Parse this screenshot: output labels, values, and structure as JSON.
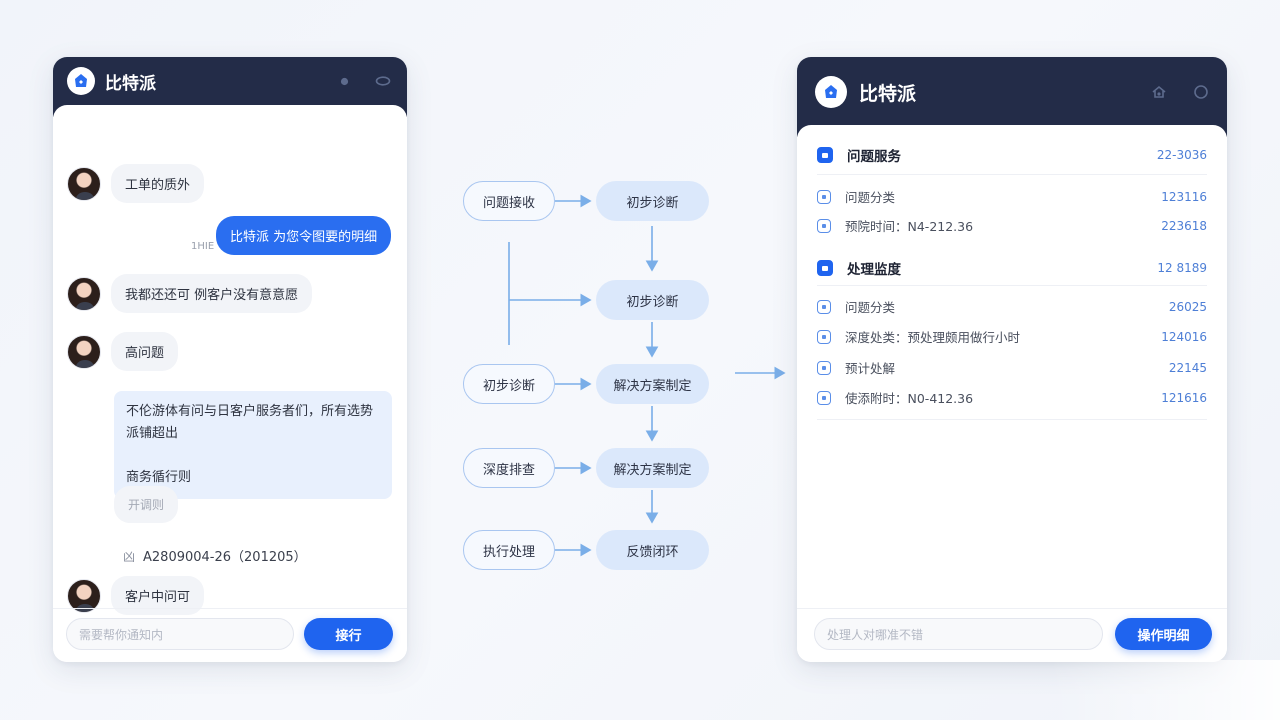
{
  "app_name": "比特派",
  "left_panel": {
    "messages": [
      {
        "text": "工单的质外"
      },
      {
        "text": "比特派 为您令图要的明细"
      },
      {
        "text": "我都还还可 例客户没有意意愿"
      },
      {
        "text": "高问题"
      },
      {
        "text": "不伦游体有问与日客户服务者们，所有选势 派铺超出\n\n商务循行则"
      },
      {
        "text": "开调则"
      },
      {
        "text": "客户中问可"
      }
    ],
    "tiny_label": "1HIE",
    "meta_key": "凶",
    "meta_value": "A2809004-26（201205）",
    "input_placeholder": "需要帮你通知内",
    "send_label": "接行"
  },
  "flow": {
    "nodes": [
      "问题接收",
      "初步诊断",
      "初步诊断",
      "初步诊断",
      "解决方案制定",
      "深度排查",
      "解决方案制定",
      "执行处理",
      "反馈闭环"
    ]
  },
  "right_panel": {
    "sections": [
      {
        "title": "问题服务",
        "value": "22-3036"
      },
      {
        "title": "处理监度",
        "value": "12 8189"
      }
    ],
    "rows_a": [
      {
        "label": "问题分类",
        "value": "123116"
      },
      {
        "label": "预院时间：N4-212.36",
        "value": "223618"
      }
    ],
    "rows_b": [
      {
        "label": "问题分类",
        "value": "26025"
      },
      {
        "label": "深度处类：预处理颇用做行小时",
        "value": "124016"
      },
      {
        "label": "预计处解",
        "value": "22145"
      },
      {
        "label": "使添附时：N0-412.36",
        "value": "121616"
      }
    ],
    "input_placeholder": "处理人对哪准不错",
    "action_label": "操作明细"
  },
  "colors": {
    "header": "#232c48",
    "accent": "#1f64ef",
    "bubble_out": "#2a6ef0",
    "node_fill": "#dbe8fb",
    "connector": "#7aaee8"
  }
}
